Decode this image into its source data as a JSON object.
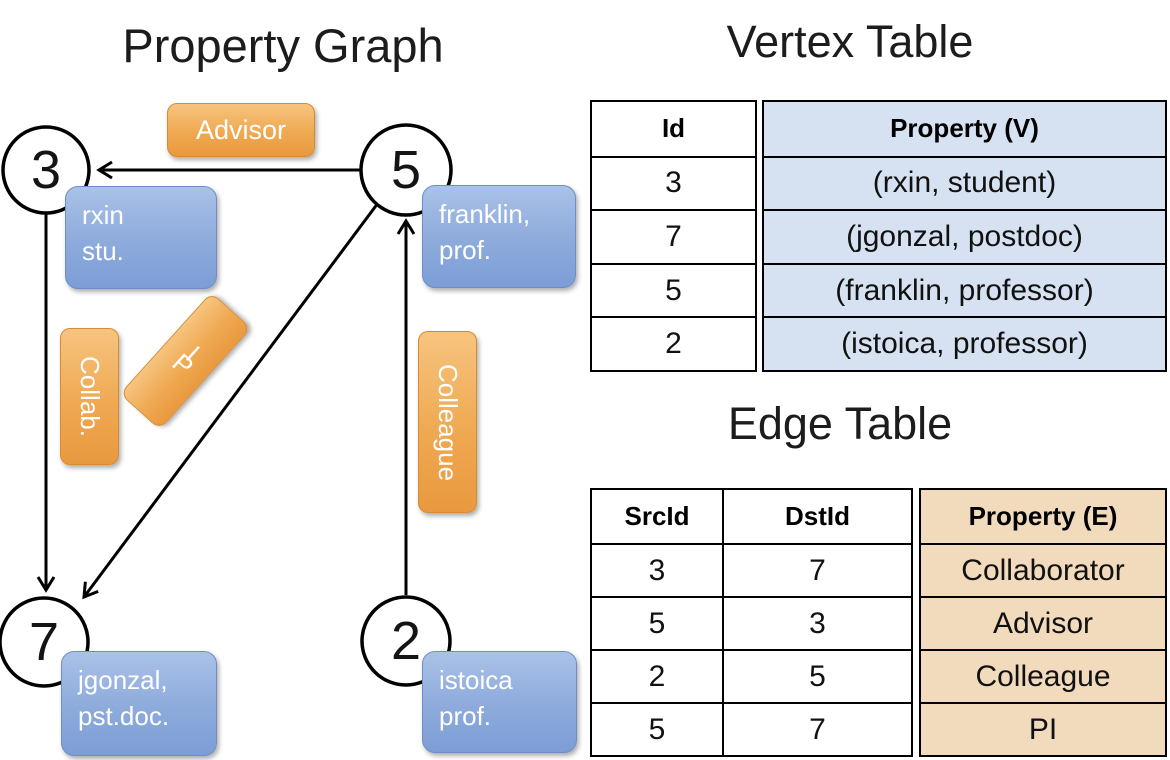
{
  "graph": {
    "title": "Property Graph",
    "vertices": [
      {
        "id": "3",
        "line1": "rxin",
        "line2": "stu."
      },
      {
        "id": "5",
        "line1": "franklin,",
        "line2": "prof."
      },
      {
        "id": "7",
        "line1": "jgonzal,",
        "line2": "pst.doc."
      },
      {
        "id": "2",
        "line1": "istoica",
        "line2": "prof."
      }
    ],
    "edge_labels": {
      "advisor": "Advisor",
      "collab": "Collab.",
      "colleague": "Colleague",
      "pi_chars": [
        "P",
        "I"
      ]
    }
  },
  "vertex_table": {
    "title": "Vertex Table",
    "columns": [
      "Id",
      "Property (V)"
    ],
    "rows": [
      [
        "3",
        "(rxin, student)"
      ],
      [
        "7",
        "(jgonzal, postdoc)"
      ],
      [
        "5",
        "(franklin, professor)"
      ],
      [
        "2",
        "(istoica, professor)"
      ]
    ]
  },
  "edge_table": {
    "title": "Edge Table",
    "columns": [
      "SrcId",
      "DstId",
      "Property (E)"
    ],
    "rows": [
      [
        "3",
        "7",
        "Collaborator"
      ],
      [
        "5",
        "3",
        "Advisor"
      ],
      [
        "2",
        "5",
        "Colleague"
      ],
      [
        "5",
        "7",
        "PI"
      ]
    ]
  },
  "colors": {
    "edge_label_fill_top": "#F7C47F",
    "edge_label_fill_bottom": "#E9993E",
    "vertex_label_fill_top": "#AAC2E8",
    "vertex_label_fill_bottom": "#7C9DD6",
    "vertex_property_cell_bg": "#D6E2F1",
    "edge_property_cell_bg": "#F2DABD",
    "stroke": "#000000"
  }
}
